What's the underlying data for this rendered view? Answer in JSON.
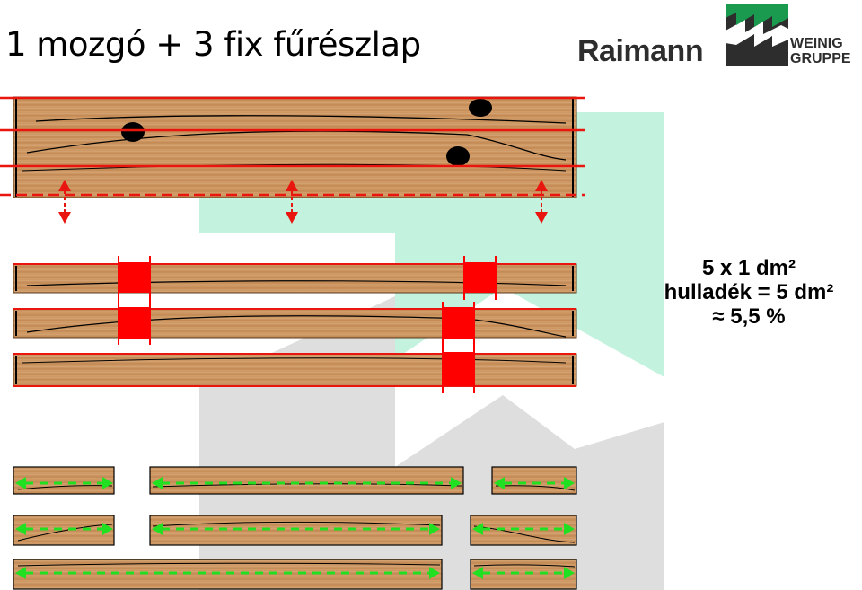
{
  "title": "1 mozgó + 3 fix fűrészlap",
  "logo": {
    "brand": "Raimann",
    "group_line1": "WEINIG",
    "group_line2": "GRUPPE"
  },
  "stats": {
    "line1": "5 x 1 dm²",
    "line2": "hulladék = 5 dm²",
    "line3_symbol": "≈",
    "line3_value": "5,5 %"
  },
  "colors": {
    "saw_line": "#e8160f",
    "waste": "#ff0000",
    "arrow_green": "#21e021",
    "wood": "#c8915c",
    "bg_green": "#bff2dd",
    "bg_gray": "#dcdcdc"
  }
}
